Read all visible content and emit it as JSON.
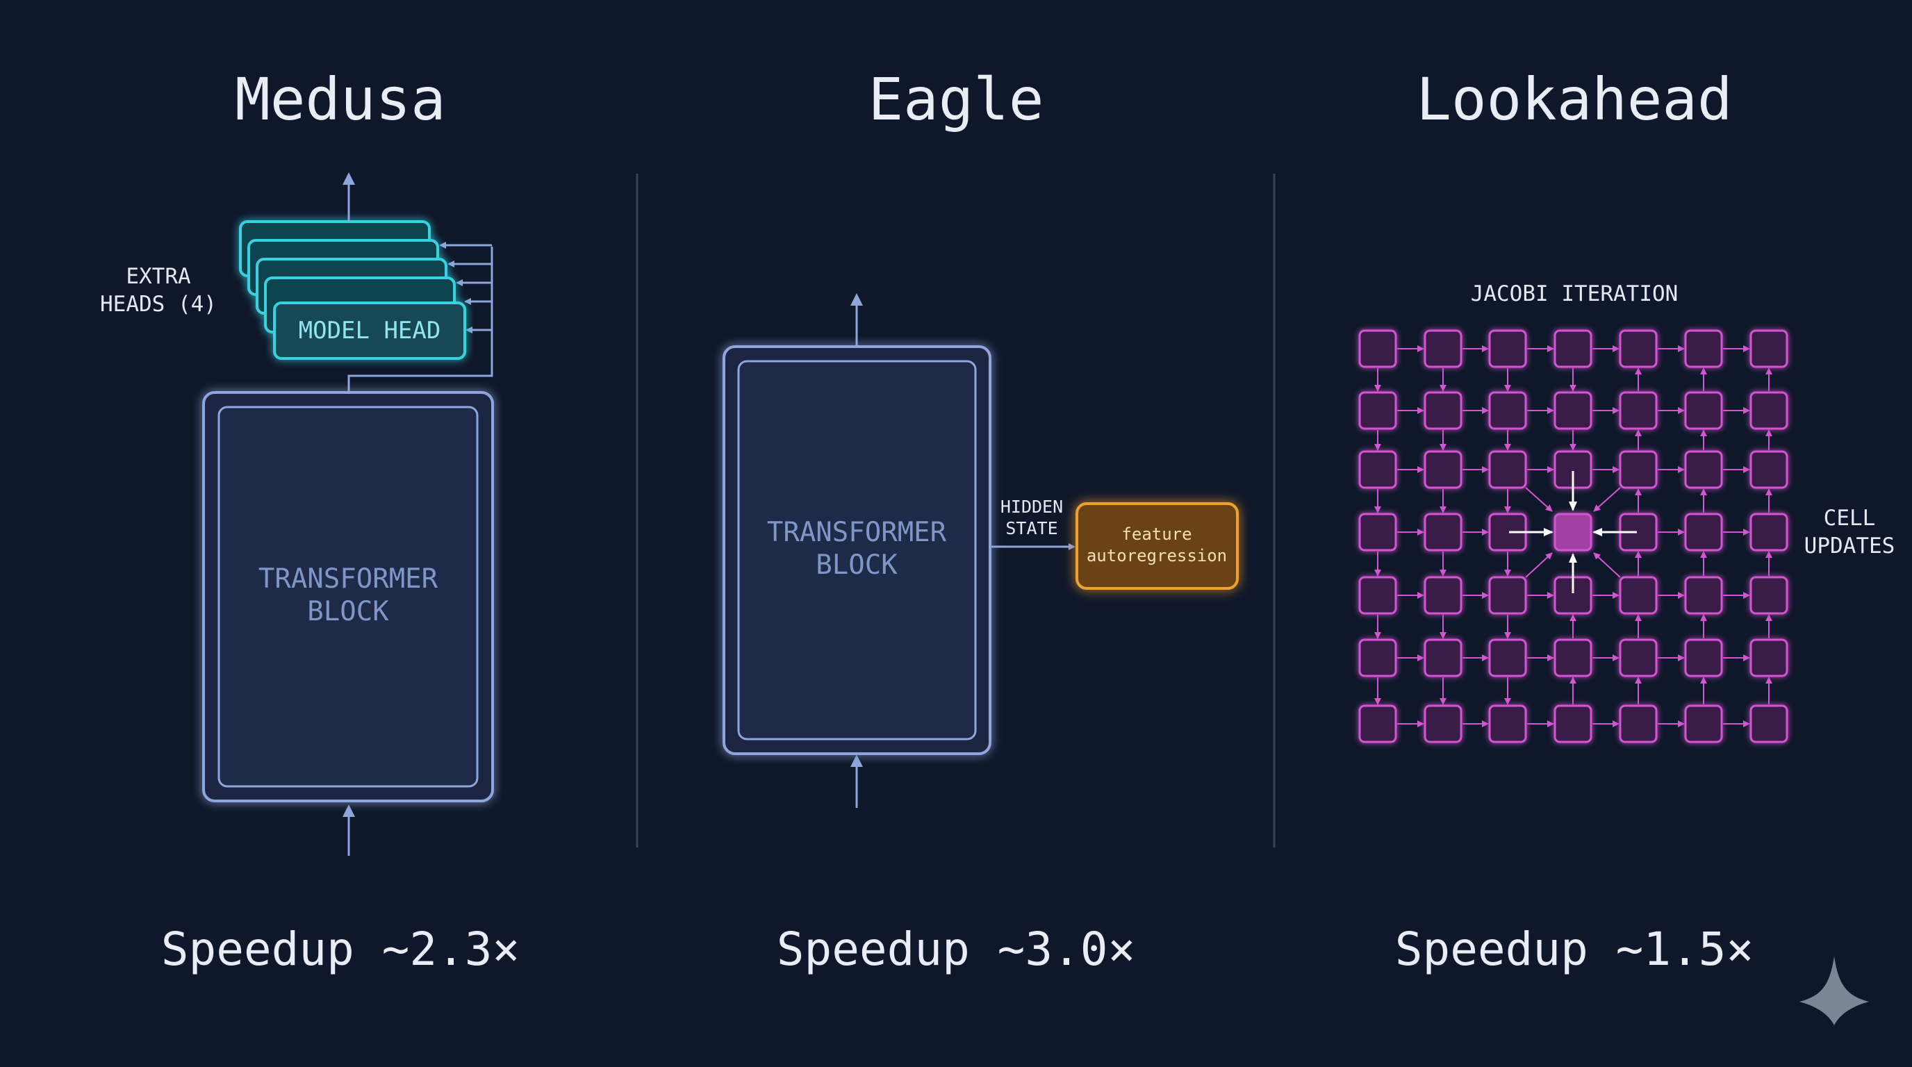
{
  "panels": [
    {
      "title": "Medusa",
      "speedup": "Speedup ~2.3×",
      "extra_heads_label": [
        "EXTRA",
        "HEADS (4)"
      ],
      "model_head_label": "MODEL HEAD",
      "block_label": [
        "TRANSFORMER",
        "BLOCK"
      ]
    },
    {
      "title": "Eagle",
      "speedup": "Speedup ~3.0×",
      "hidden_state_label": [
        "HIDDEN",
        "STATE"
      ],
      "block_label": [
        "TRANSFORMER",
        "BLOCK"
      ],
      "feature_box_label": [
        "feature",
        "autoregression"
      ]
    },
    {
      "title": "Lookahead",
      "speedup": "Speedup ~1.5×",
      "grid_label": "JACOBI ITERATION",
      "cell_updates_label": [
        "CELL",
        "UPDATES"
      ],
      "grid_rows": 7,
      "grid_cols": 7
    }
  ],
  "colors": {
    "background": "#0f172a",
    "block_stroke": "#8ea6dc",
    "head_stroke": "#38d1e0",
    "feature_stroke": "#f0a030",
    "grid_stroke": "#d455d2",
    "grid_center_fill": "#a13fa3"
  },
  "icons": [
    "sparkle-icon"
  ]
}
